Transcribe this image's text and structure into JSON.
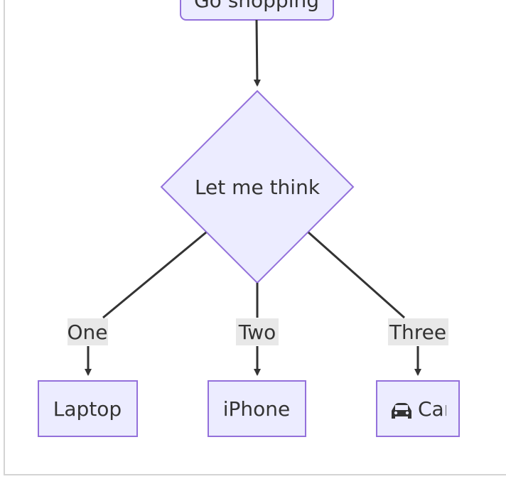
{
  "diagram": {
    "top_node": {
      "label": "Go shopping"
    },
    "decision": {
      "label": "Let me think"
    },
    "edges": [
      {
        "label": "One"
      },
      {
        "label": "Two"
      },
      {
        "label": "Three"
      }
    ],
    "targets": [
      {
        "label": "Laptop"
      },
      {
        "label": "iPhone"
      },
      {
        "label": "Car",
        "icon": "car-icon"
      }
    ],
    "colors": {
      "node_fill": "#ececff",
      "node_stroke": "#9370db",
      "edge": "#333333",
      "label_bg": "#e8e8e8"
    }
  }
}
